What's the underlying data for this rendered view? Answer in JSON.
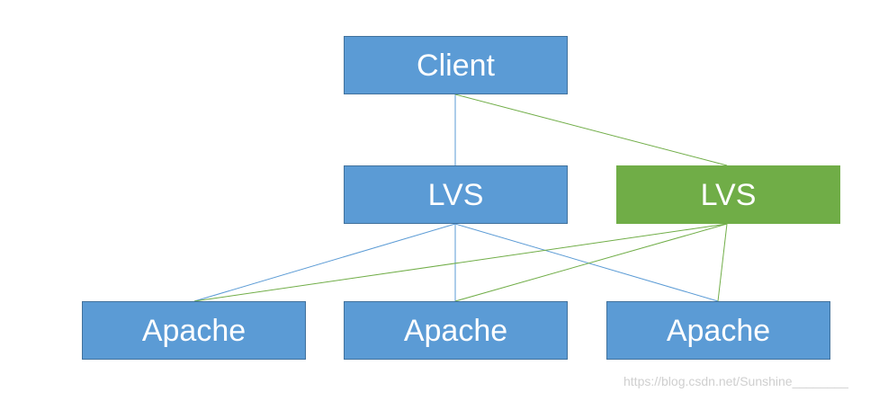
{
  "nodes": {
    "client": "Client",
    "lvs_primary": "LVS",
    "lvs_backup": "LVS",
    "apache_1": "Apache",
    "apache_2": "Apache",
    "apache_3": "Apache"
  },
  "colors": {
    "blue_node": "#5b9bd5",
    "green_node": "#70ad47",
    "blue_link": "#5b9bd5",
    "green_link": "#70ad47"
  },
  "watermark": "https://blog.csdn.net/Sunshine________"
}
